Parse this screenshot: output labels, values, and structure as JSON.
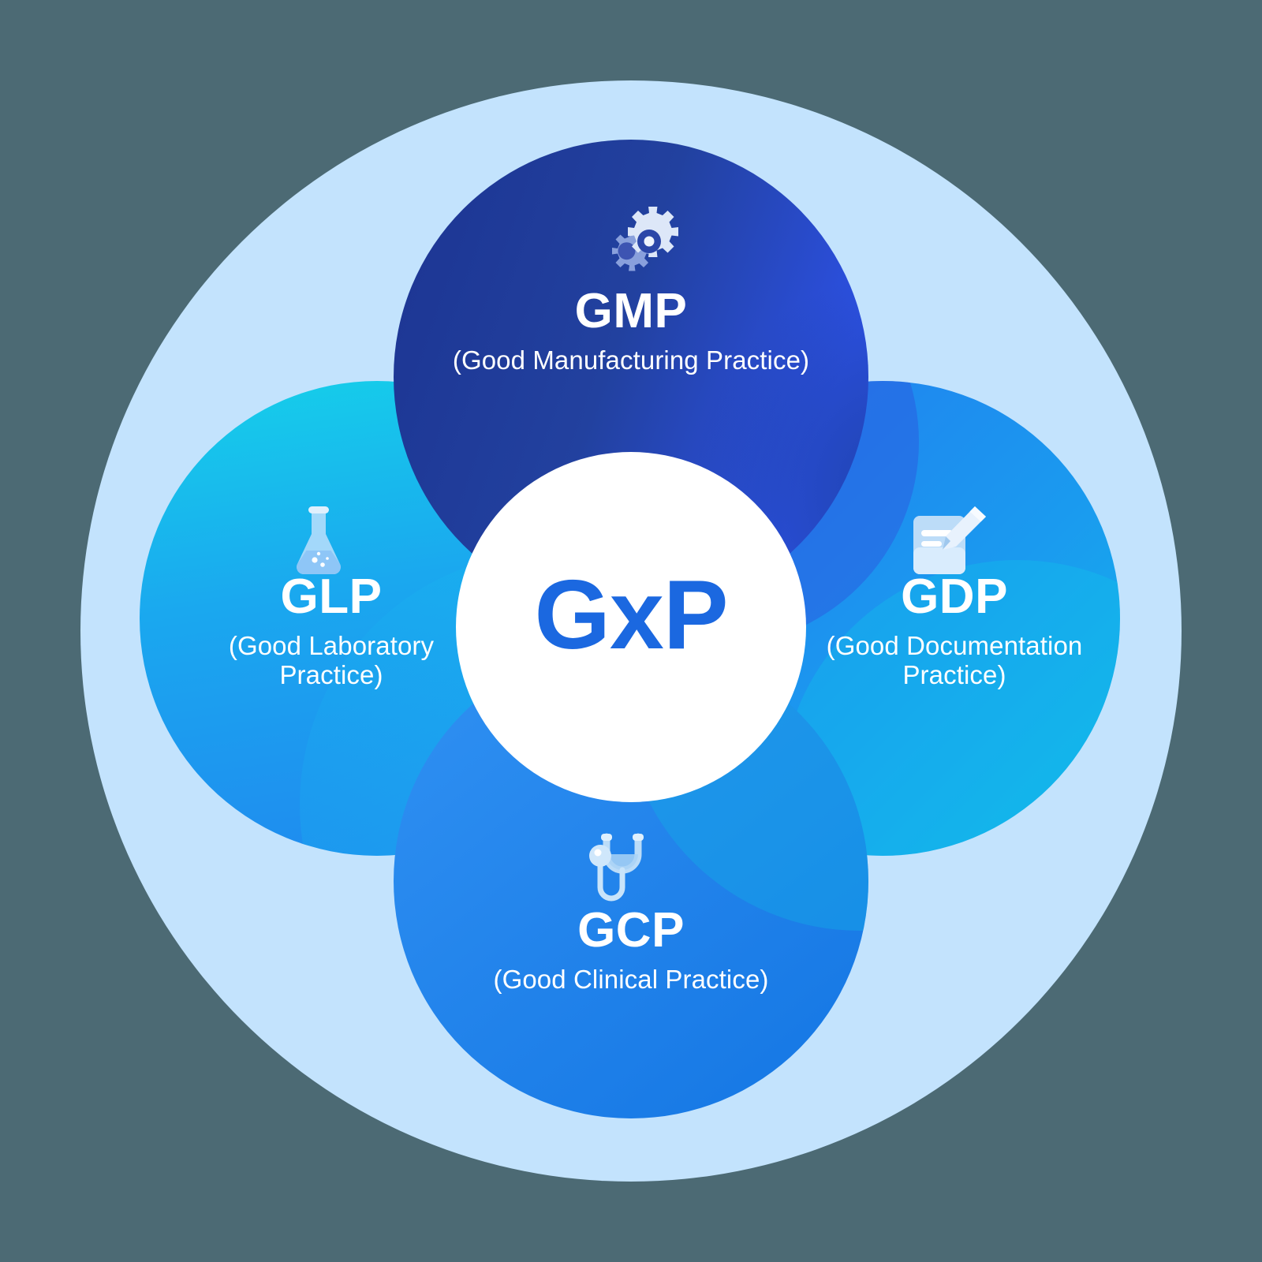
{
  "diagram": {
    "title": "GxP",
    "background_color": "#4c6a74",
    "outer_ring_color": "#c3e3fd",
    "center": {
      "label": "GxP",
      "text_color": "#1b68e0",
      "circle_color": "#ffffff"
    },
    "segments": [
      {
        "id": "gmp",
        "abbr": "GMP",
        "full": "(Good Manufacturing Practice)",
        "icon": "gears-icon",
        "position": "top",
        "color_start": "#1c3492",
        "color_end": "#2b4fe0"
      },
      {
        "id": "glp",
        "abbr": "GLP",
        "full": "(Good Laboratory Practice)",
        "full_line1": "(Good Laboratory",
        "full_line2": "Practice)",
        "icon": "flask-icon",
        "position": "left",
        "color_start": "#18cdea",
        "color_end": "#1f8fef"
      },
      {
        "id": "gdp",
        "abbr": "GDP",
        "full": "(Good Documentation Practice)",
        "full_line1": "(Good Documentation",
        "full_line2": "Practice)",
        "icon": "document-pen-icon",
        "position": "right",
        "color_start": "#1e8fef",
        "color_end": "#13b9e8"
      },
      {
        "id": "gcp",
        "abbr": "GCP",
        "full": "(Good Clinical Practice)",
        "icon": "stethoscope-icon",
        "position": "bottom",
        "color_start": "#2b8df0",
        "color_end": "#1b7fe8"
      }
    ]
  }
}
